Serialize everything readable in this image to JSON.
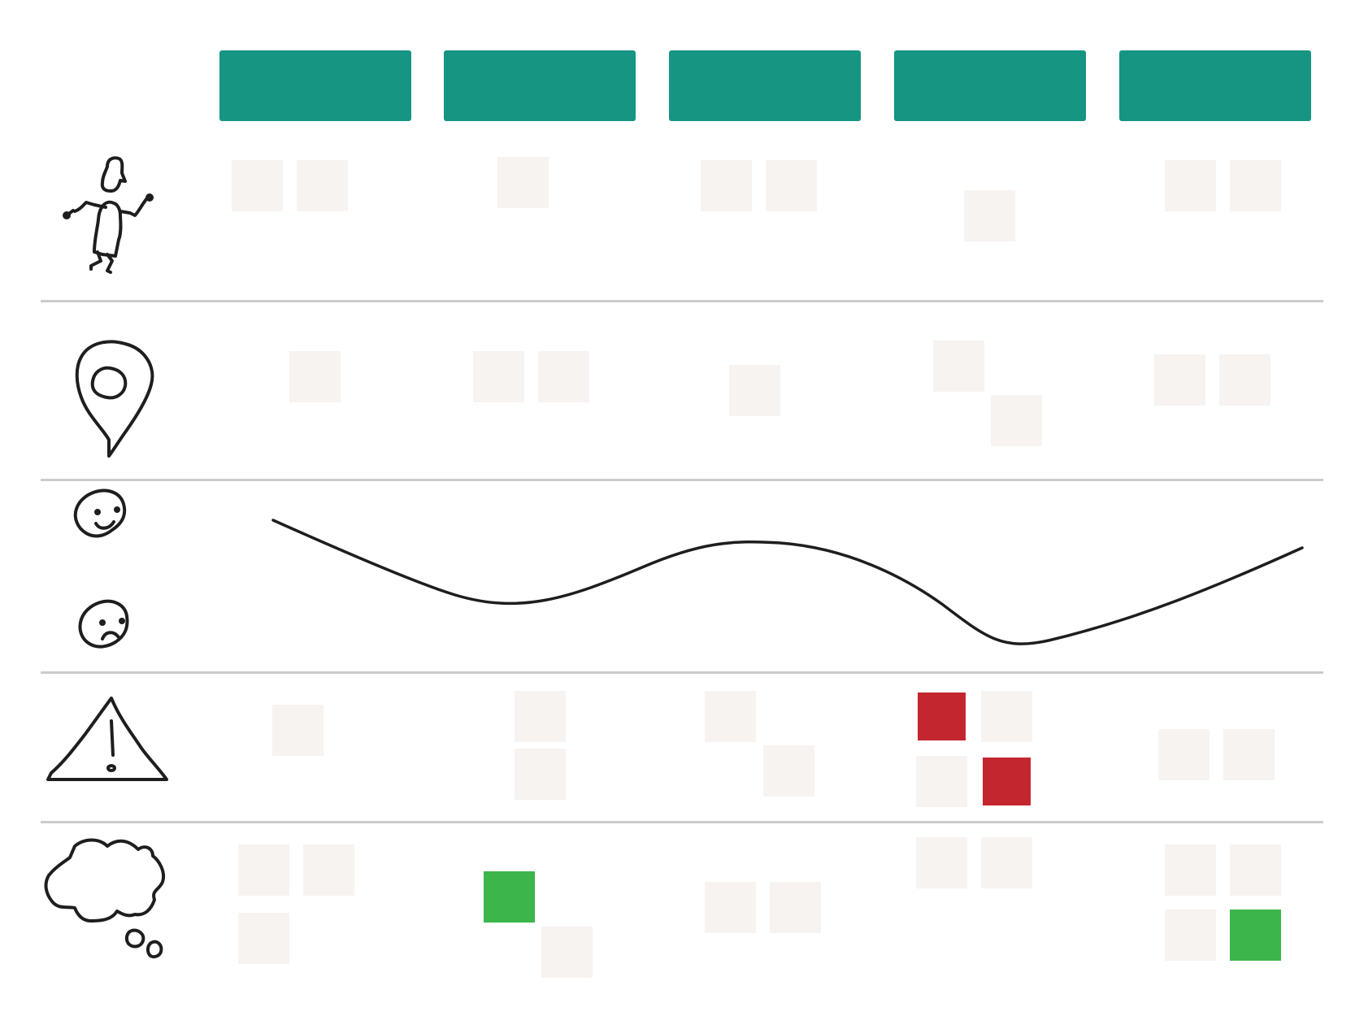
{
  "colors": {
    "stage_header": "#159582",
    "divider": "#cccccc",
    "note_blank": "#f7f3f0",
    "note_negative": "#c42630",
    "note_positive": "#3cb54a",
    "ink": "#1e1e1e"
  },
  "rows": [
    {
      "id": "actions",
      "icon": "person-walking-icon"
    },
    {
      "id": "touchpoints",
      "icon": "location-pin-icon"
    },
    {
      "id": "emotions",
      "icons": [
        "happy-face-icon",
        "sad-face-icon"
      ]
    },
    {
      "id": "pain-points",
      "icon": "warning-triangle-icon"
    },
    {
      "id": "thoughts",
      "icon": "thought-cloud-icon"
    }
  ],
  "stages": [
    {
      "index": 1
    },
    {
      "index": 2
    },
    {
      "index": 3
    },
    {
      "index": 4
    },
    {
      "index": 5
    }
  ],
  "notes": [
    {
      "row": "actions",
      "stage": 1,
      "state": "blank"
    },
    {
      "row": "actions",
      "stage": 1,
      "state": "blank"
    },
    {
      "row": "actions",
      "stage": 2,
      "state": "blank"
    },
    {
      "row": "actions",
      "stage": 3,
      "state": "blank"
    },
    {
      "row": "actions",
      "stage": 3,
      "state": "blank"
    },
    {
      "row": "actions",
      "stage": 4,
      "state": "blank"
    },
    {
      "row": "actions",
      "stage": 5,
      "state": "blank"
    },
    {
      "row": "actions",
      "stage": 5,
      "state": "blank"
    },
    {
      "row": "touchpoints",
      "stage": 1,
      "state": "blank"
    },
    {
      "row": "touchpoints",
      "stage": 2,
      "state": "blank"
    },
    {
      "row": "touchpoints",
      "stage": 2,
      "state": "blank"
    },
    {
      "row": "touchpoints",
      "stage": 3,
      "state": "blank"
    },
    {
      "row": "touchpoints",
      "stage": 4,
      "state": "blank"
    },
    {
      "row": "touchpoints",
      "stage": 4,
      "state": "blank"
    },
    {
      "row": "touchpoints",
      "stage": 5,
      "state": "blank"
    },
    {
      "row": "touchpoints",
      "stage": 5,
      "state": "blank"
    },
    {
      "row": "pain-points",
      "stage": 1,
      "state": "blank"
    },
    {
      "row": "pain-points",
      "stage": 2,
      "state": "blank"
    },
    {
      "row": "pain-points",
      "stage": 2,
      "state": "blank"
    },
    {
      "row": "pain-points",
      "stage": 3,
      "state": "blank"
    },
    {
      "row": "pain-points",
      "stage": 3,
      "state": "blank"
    },
    {
      "row": "pain-points",
      "stage": 4,
      "state": "negative"
    },
    {
      "row": "pain-points",
      "stage": 4,
      "state": "blank"
    },
    {
      "row": "pain-points",
      "stage": 4,
      "state": "blank"
    },
    {
      "row": "pain-points",
      "stage": 4,
      "state": "negative"
    },
    {
      "row": "pain-points",
      "stage": 5,
      "state": "blank"
    },
    {
      "row": "pain-points",
      "stage": 5,
      "state": "blank"
    },
    {
      "row": "thoughts",
      "stage": 1,
      "state": "blank"
    },
    {
      "row": "thoughts",
      "stage": 1,
      "state": "blank"
    },
    {
      "row": "thoughts",
      "stage": 1,
      "state": "blank"
    },
    {
      "row": "thoughts",
      "stage": 2,
      "state": "positive"
    },
    {
      "row": "thoughts",
      "stage": 2,
      "state": "blank"
    },
    {
      "row": "thoughts",
      "stage": 3,
      "state": "blank"
    },
    {
      "row": "thoughts",
      "stage": 3,
      "state": "blank"
    },
    {
      "row": "thoughts",
      "stage": 4,
      "state": "blank"
    },
    {
      "row": "thoughts",
      "stage": 4,
      "state": "blank"
    },
    {
      "row": "thoughts",
      "stage": 5,
      "state": "blank"
    },
    {
      "row": "thoughts",
      "stage": 5,
      "state": "blank"
    },
    {
      "row": "thoughts",
      "stage": 5,
      "state": "blank"
    },
    {
      "row": "thoughts",
      "stage": 5,
      "state": "positive"
    }
  ]
}
